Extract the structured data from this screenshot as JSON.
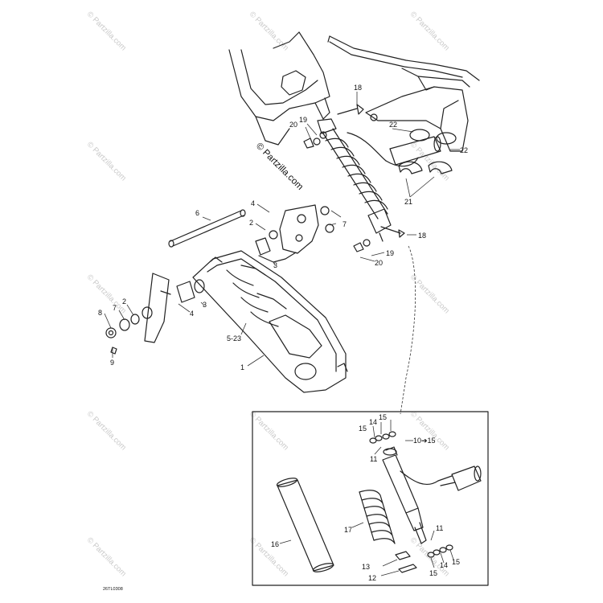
{
  "diagram": {
    "brand_watermark": "© Partzilla.com",
    "diagram_code": "26TL0308",
    "background_watermark": "© Partzilla.com",
    "callouts": {
      "shock_bolt_top": "18",
      "washer_top_a": "19",
      "nut_top": "20",
      "clamp_left": "22",
      "clamp_right": "22",
      "clamp_halves": "21",
      "shock_bolt_bottom": "18",
      "washer_bottom": "19",
      "nut_bottom": "20",
      "axle_shaft": "6",
      "bushing_right_a": "4",
      "spacer_right_a": "2",
      "bushing_right_b": "3",
      "washer_right_a": "7",
      "spacer_left": "2",
      "washer_left": "7",
      "nut_left": "8",
      "cap_left": "9",
      "bushing_left": "4",
      "bushing_left_b": "3",
      "swingarm_kit": "5-23",
      "swingarm": "1",
      "inset_washer_a": "15",
      "inset_washer_b": "14",
      "inset_washer_c": "15",
      "inset_seal_top": "11",
      "inset_shock_ref": "10➔15",
      "inset_sleeve": "16",
      "inset_spring": "17",
      "inset_seal_bottom": "11",
      "inset_washer_d": "15",
      "inset_washer_e": "14",
      "inset_washer_f": "15",
      "inset_guide": "13",
      "inset_retainer": "12"
    }
  }
}
